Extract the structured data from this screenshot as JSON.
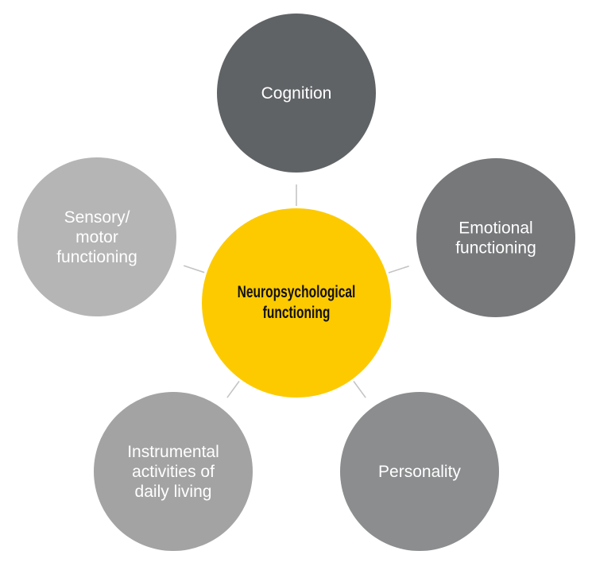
{
  "diagram": {
    "type": "hub-and-spoke",
    "center": {
      "id": "neuropsychological-functioning",
      "lines": [
        "Neuropsychological",
        "functioning"
      ],
      "color": "#fdca00",
      "text_color": "#111111"
    },
    "nodes": [
      {
        "id": "cognition",
        "lines": [
          "Cognition"
        ],
        "color": "#606366"
      },
      {
        "id": "emotional-functioning",
        "lines": [
          "Emotional",
          "functioning"
        ],
        "color": "#76787a"
      },
      {
        "id": "personality",
        "lines": [
          "Personality"
        ],
        "color": "#8b8d8e"
      },
      {
        "id": "instrumental-activities",
        "lines": [
          "Instrumental",
          "activities of",
          "daily living"
        ],
        "color": "#a3a3a3"
      },
      {
        "id": "sensory-motor-functioning",
        "lines": [
          "Sensory/",
          "motor",
          "functioning"
        ],
        "color": "#b5b5b5"
      }
    ],
    "connector_color": "#c4c4c4"
  }
}
